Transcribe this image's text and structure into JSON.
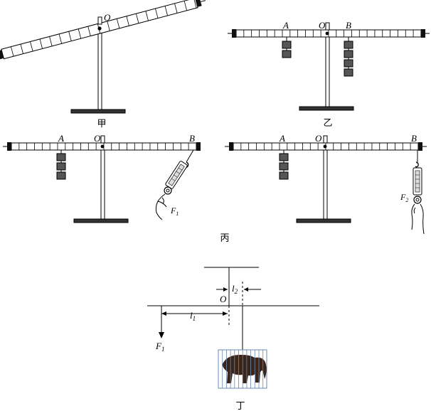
{
  "panel_jia": {
    "caption": "甲",
    "pivot": "O"
  },
  "panel_yi": {
    "caption": "乙",
    "pivot": "O",
    "point_a": "A",
    "point_b": "B"
  },
  "panel_bing": {
    "caption": "丙",
    "left": {
      "pivot": "O",
      "point_a": "A",
      "point_b": "B",
      "force": "F",
      "force_sub": "1"
    },
    "right": {
      "pivot": "O",
      "point_a": "A",
      "point_b": "B",
      "force": "F",
      "force_sub": "2"
    }
  },
  "panel_ding": {
    "caption": "丁",
    "pivot": "O",
    "arm_1": "l",
    "arm_1_sub": "1",
    "arm_2": "l",
    "arm_2_sub": "2",
    "force": "F",
    "force_sub": "1"
  },
  "colors": {
    "line": "#000000",
    "weight": "#555555",
    "elephant": "#3b2418",
    "cage": "#6a87b0"
  }
}
